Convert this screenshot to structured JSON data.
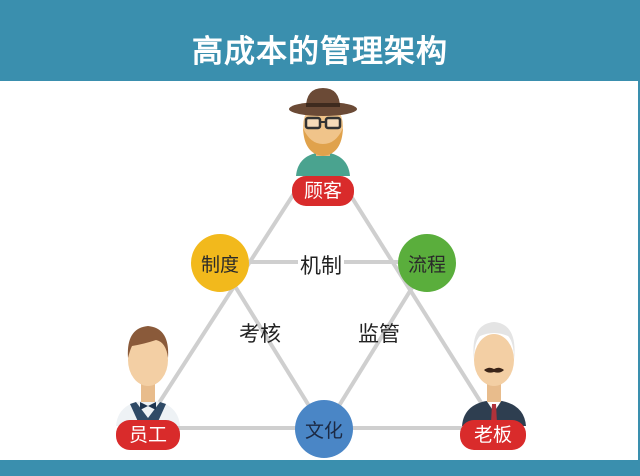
{
  "header": {
    "title": "高成本的管理架构"
  },
  "colors": {
    "header_bg": "#3a8fae",
    "badge_red": "#d92b2b",
    "node_yellow": "#f2b91c",
    "node_green": "#5aae3c",
    "node_blue": "#4a86c6",
    "line_gray": "#cfcfcf"
  },
  "people": {
    "customer": {
      "label": "顾客"
    },
    "employee": {
      "label": "员工"
    },
    "boss": {
      "label": "老板"
    }
  },
  "nodes": {
    "system": {
      "label": "制度"
    },
    "process": {
      "label": "流程"
    },
    "culture": {
      "label": "文化"
    }
  },
  "edge_labels": {
    "mechanism": "机制",
    "assessment": "考核",
    "supervision": "监管"
  }
}
